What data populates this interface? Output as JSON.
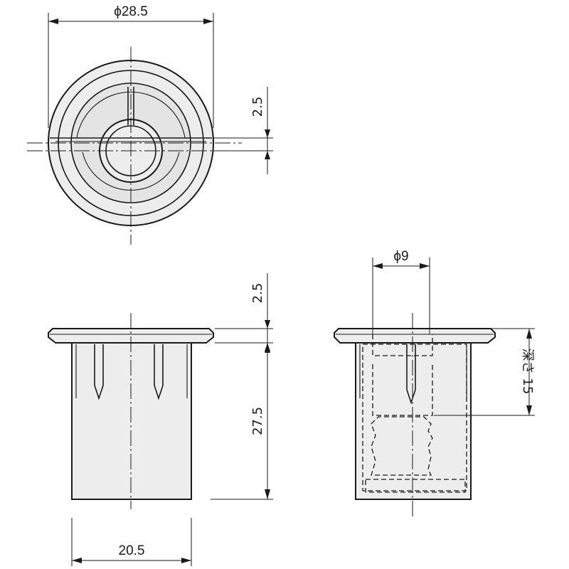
{
  "dimensions": {
    "outer_diameter": "ϕ28.5",
    "flange_offset_top": "2.5",
    "flange_thickness": "2.5",
    "body_length": "27.5",
    "body_width": "20.5",
    "hole_diameter": "ϕ9",
    "hole_depth": "深さ 15"
  }
}
